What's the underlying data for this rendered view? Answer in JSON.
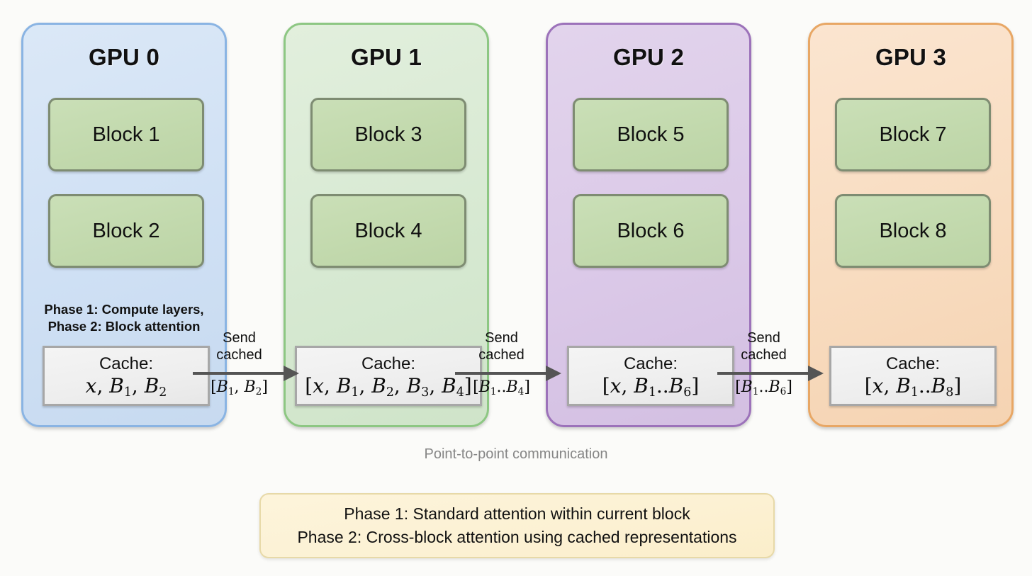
{
  "diagram": {
    "caption": "Point-to-point communication",
    "gpus": [
      {
        "title": "GPU 0",
        "blocks": [
          "Block 1",
          "Block 2"
        ],
        "note_line1": "Phase 1: Compute layers,",
        "note_line2": "Phase 2: Block attention",
        "cache_label": "Cache:",
        "cache_value": "x, B1, B2",
        "color": "#d3e3f5",
        "border_color": "#8ab4e3"
      },
      {
        "title": "GPU 1",
        "blocks": [
          "Block 3",
          "Block 4"
        ],
        "cache_label": "Cache:",
        "cache_value": "[x, B1, B2, B3, B4]",
        "color": "#dbecd7",
        "border_color": "#8dc783"
      },
      {
        "title": "GPU 2",
        "blocks": [
          "Block 5",
          "Block 6"
        ],
        "cache_label": "Cache:",
        "cache_value": "[x, B1..B6]",
        "color": "#dcc9e8",
        "border_color": "#9c72ba"
      },
      {
        "title": "GPU 3",
        "blocks": [
          "Block 7",
          "Block 8"
        ],
        "cache_label": "Cache:",
        "cache_value": "[x, B1..B8]",
        "color": "#f8dcc0",
        "border_color": "#e8a765"
      }
    ],
    "arrows": [
      {
        "top_line1": "Send",
        "top_line2": "cached",
        "payload": "[B1, B2]"
      },
      {
        "top_line1": "Send",
        "top_line2": "cached",
        "payload": "[B1..B4]"
      },
      {
        "top_line1": "Send",
        "top_line2": "cached",
        "payload": "[B1..B6]"
      }
    ],
    "legend": {
      "line1": "Phase 1: Standard attention within current block",
      "line2": "Phase 2: Cross-block attention using cached representations",
      "background": "#fcf1d3",
      "border_color": "#e7d9a8"
    },
    "block_color": "#c2d9ad",
    "block_border_color": "#7e8c72",
    "cache_background": "#eeeeee",
    "arrow_color": "#555555"
  }
}
